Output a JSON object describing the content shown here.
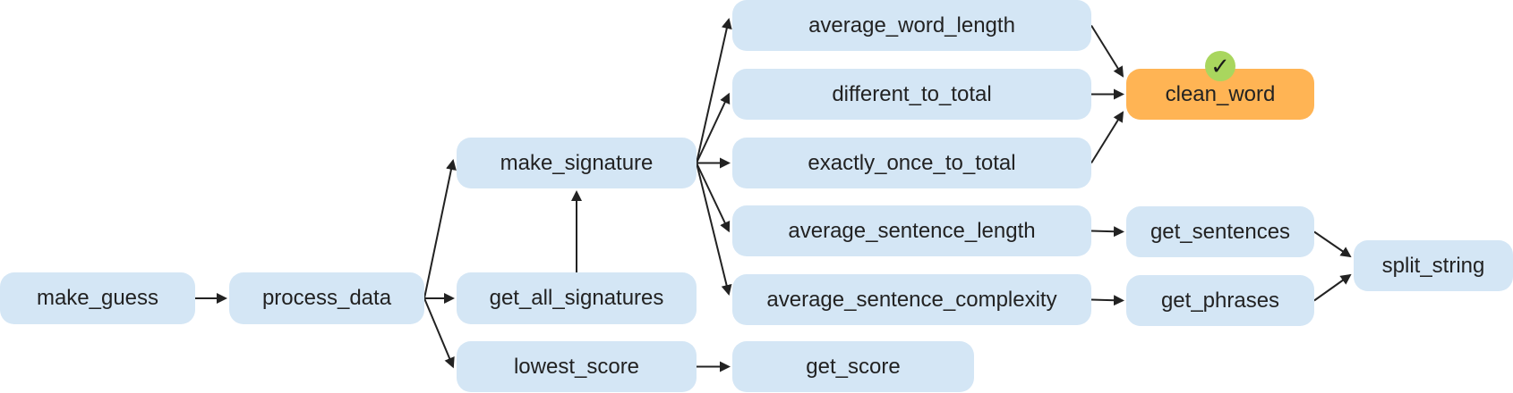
{
  "nodes": {
    "make_guess": "make_guess",
    "process_data": "process_data",
    "make_signature": "make_signature",
    "get_all_signatures": "get_all_signatures",
    "lowest_score": "lowest_score",
    "average_word_length": "average_word_length",
    "different_to_total": "different_to_total",
    "exactly_once_to_total": "exactly_once_to_total",
    "average_sentence_length": "average_sentence_length",
    "average_sentence_complexity": "average_sentence_complexity",
    "get_score": "get_score",
    "clean_word": "clean_word",
    "get_sentences": "get_sentences",
    "get_phrases": "get_phrases",
    "split_string": "split_string"
  },
  "badge": {
    "symbol": "✓",
    "icon": "checkmark-icon"
  },
  "colors": {
    "node_fill": "#d4e6f5",
    "done_fill": "#ffb454",
    "badge_fill": "#a9d65e",
    "edge": "#222222"
  },
  "edges": [
    [
      "make_guess",
      "process_data"
    ],
    [
      "process_data",
      "make_signature"
    ],
    [
      "process_data",
      "get_all_signatures"
    ],
    [
      "process_data",
      "lowest_score"
    ],
    [
      "get_all_signatures",
      "make_signature"
    ],
    [
      "make_signature",
      "average_word_length"
    ],
    [
      "make_signature",
      "different_to_total"
    ],
    [
      "make_signature",
      "exactly_once_to_total"
    ],
    [
      "make_signature",
      "average_sentence_length"
    ],
    [
      "make_signature",
      "average_sentence_complexity"
    ],
    [
      "lowest_score",
      "get_score"
    ],
    [
      "average_word_length",
      "clean_word"
    ],
    [
      "different_to_total",
      "clean_word"
    ],
    [
      "exactly_once_to_total",
      "clean_word"
    ],
    [
      "average_sentence_length",
      "get_sentences"
    ],
    [
      "average_sentence_complexity",
      "get_phrases"
    ],
    [
      "get_sentences",
      "split_string"
    ],
    [
      "get_phrases",
      "split_string"
    ]
  ]
}
